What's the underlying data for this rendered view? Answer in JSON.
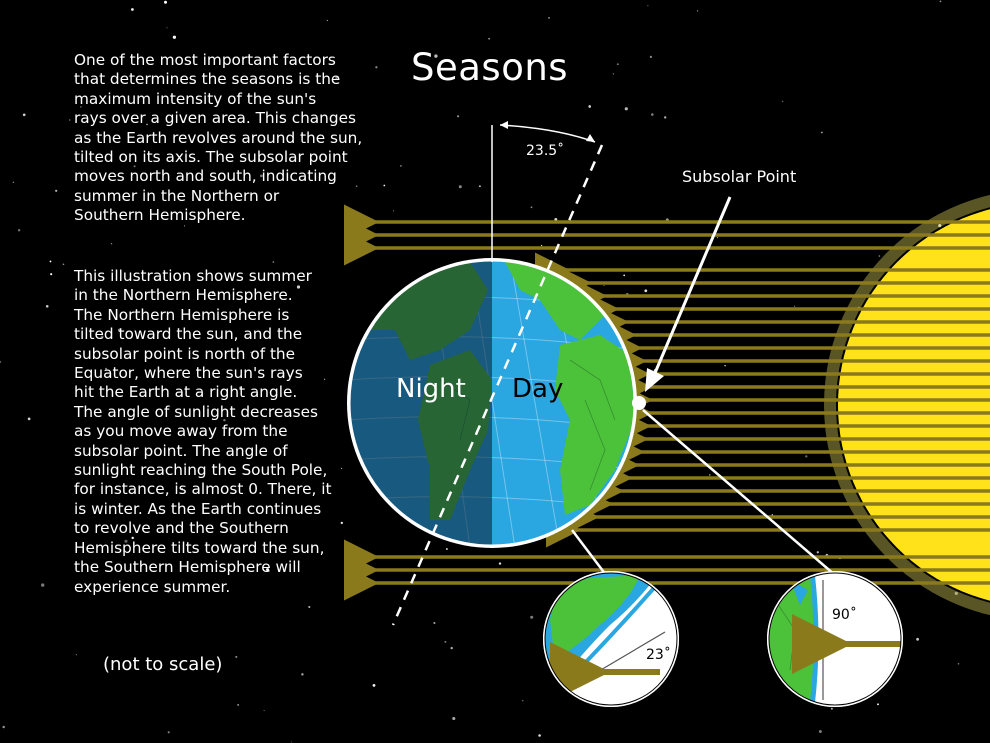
{
  "title": "Seasons",
  "paragraph1": "One of the most important factors\nthat determines the seasons is the\nmaximum intensity of the sun's\nrays over a given area. This changes\nas the Earth revolves around the sun,\ntilted on its axis. The subsolar point\nmoves north and south, indicating\nsummer in the Northern or\nSouthern Hemisphere.",
  "paragraph2": "This illustration shows summer\nin the Northern Hemisphere.\nThe Northern Hemisphere is\ntilted toward the sun, and the\nsubsolar point is north of the\nEquator, where the sun's rays\nhit the Earth at a right angle.\nThe angle of sunlight decreases\nas you move away from the\nsubsolar point. The angle of\nsunlight reaching the South Pole,\nfor instance, is almost 0. There, it\nis winter. As the Earth continues\nto revolve and the Southern\nHemisphere tilts toward the sun,\nthe Southern Hemisphere will\nexperience summer.",
  "note": "(not to scale)",
  "labels": {
    "night": "Night",
    "day": "Day",
    "subsolar_point": "Subsolar Point",
    "tilt_angle": "23.5˚",
    "oblique_angle": "23˚",
    "right_angle": "90˚"
  },
  "colors": {
    "background": "#000000",
    "sun": "#ffe21a",
    "rays": "#8a7a1c",
    "ocean": "#2aa6e0",
    "land": "#4cc23a",
    "night_shade": "#1c3a5a"
  }
}
